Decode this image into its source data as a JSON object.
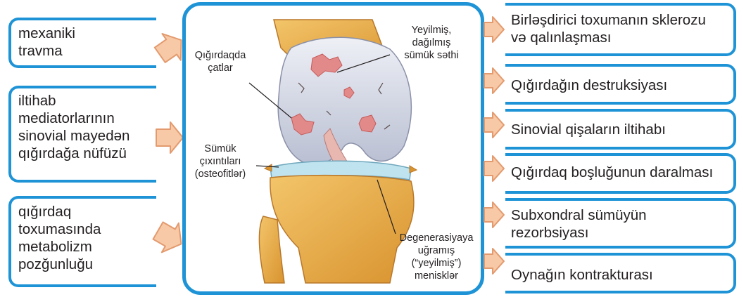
{
  "left_causes": [
    {
      "text": "mexaniki\ntravma"
    },
    {
      "text": "iltihab\nmediatorlarının\nsinovial mayedən\nqığırdağa nüfüzü"
    },
    {
      "text": "qığırdaq\ntoxumasında\nmetabolizm\npozğunluğu"
    }
  ],
  "right_effects": [
    {
      "text": "Birləşdirici toxumanın sklerozu\nvə qalınlaşması"
    },
    {
      "text": "Qığırdağın destruksiyası"
    },
    {
      "text": "Sinovial qişaların iltihabı"
    },
    {
      "text": "Qığırdaq boşluğunun daralması"
    },
    {
      "text": "Subxondral sümüyün\nrezorbsiyası"
    },
    {
      "text": "Oynağın kontrakturası"
    }
  ],
  "image_labels": {
    "eroded_surface": "Yeyilmiş,\ndağılmış\nsümük səthi",
    "cartilage_cracks": "Qığırdaqda\nçatlar",
    "osteophytes": "Sümük\nçıxıntıları\n(osteofitlər)",
    "menisci": "Degenerasiyaya\nuğramış\n(“yeyilmiş”)\nmenisklər"
  },
  "colors": {
    "accent": "#1e93d6",
    "arrow_fill": "#f7c9a6",
    "arrow_stroke": "#e39a6e"
  }
}
